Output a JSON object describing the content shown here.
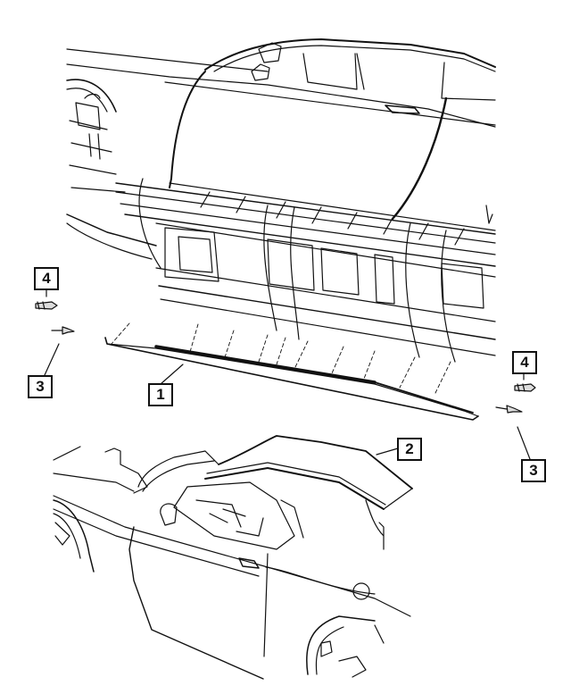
{
  "diagram": {
    "type": "exploded-parts-diagram",
    "subject": "vehicle body side sill molding and roof trim",
    "line_color": "#111111",
    "background": "#ffffff",
    "callouts": [
      {
        "id": "c1",
        "label": "1",
        "part": "sill molding"
      },
      {
        "id": "c2",
        "label": "2",
        "part": "roof molding"
      },
      {
        "id": "c3-left",
        "label": "3",
        "part": "push pin rivet"
      },
      {
        "id": "c3-right",
        "label": "3",
        "part": "push pin rivet"
      },
      {
        "id": "c4-left",
        "label": "4",
        "part": "clip"
      },
      {
        "id": "c4-right",
        "label": "4",
        "part": "clip"
      }
    ]
  }
}
